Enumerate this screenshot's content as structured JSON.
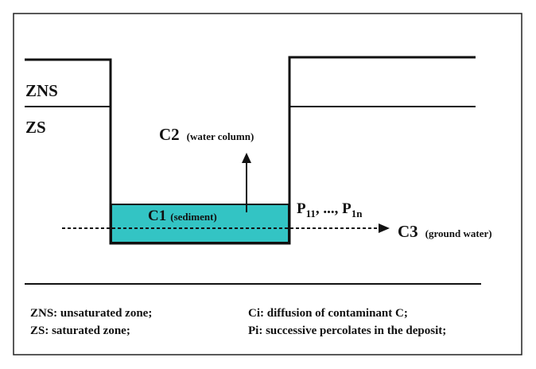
{
  "zones": {
    "zns": "ZNS",
    "zs": "ZS"
  },
  "labels": {
    "c2": "C2",
    "c2_sub": "(water column)",
    "c1": "C1",
    "c1_sub": "(sediment)",
    "p_main": "P",
    "p_sub1": "11",
    "p_sep": ", ..., P",
    "p_sub2": "1n",
    "c3": "C3",
    "c3_sub": "(ground water)"
  },
  "legend": {
    "zns": "ZNS: unsaturated zone;",
    "zs": "ZS: saturated zone;",
    "ci": "Ci: diffusion of contaminant C;",
    "pi": "Pi: successive percolates in the deposit;"
  },
  "colors": {
    "sediment": "#33c4c4",
    "lines": "#111111",
    "frame": "#222222"
  }
}
